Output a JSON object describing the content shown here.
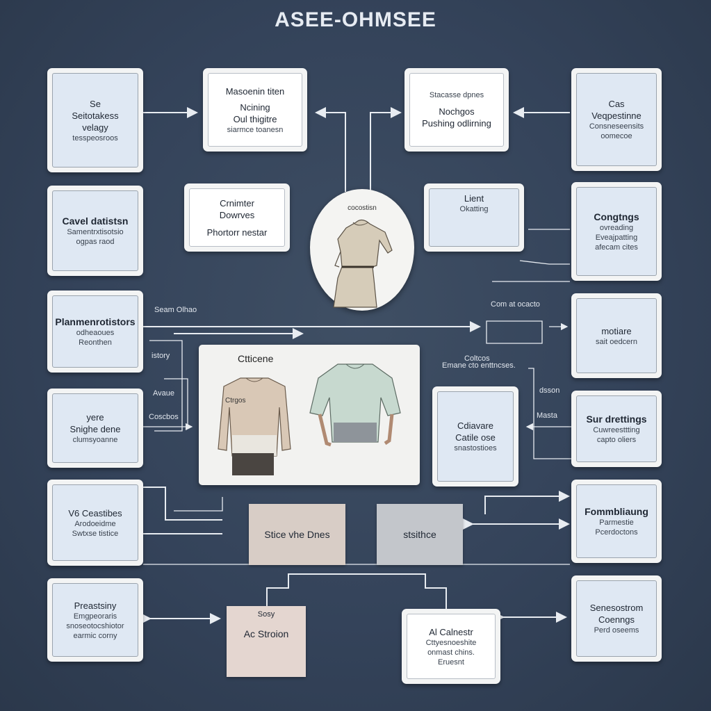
{
  "title": "ASEE-OHMSEE",
  "colors": {
    "background": "#34435a",
    "card": "#f3f4f4",
    "card_inner": "#dfe8f3",
    "wire": "#e8ecf1",
    "beige_box": "#d8cdc6",
    "gray_box": "#c3c6cb",
    "pink_box": "#e4d6d0"
  },
  "left_cards": [
    {
      "lines": [
        "Se",
        "Seitotakess",
        "velagy",
        "tesspeosroos"
      ]
    },
    {
      "lines": [
        "Cavel datistsn",
        "Samentrxtisotsio",
        "ogpas raod"
      ]
    },
    {
      "lines": [
        "Planmenrotistors",
        "odheaoues",
        "Reonthen"
      ]
    },
    {
      "lines": [
        "yere",
        "Snighe dene",
        "clumsyoanne"
      ]
    },
    {
      "lines": [
        "V6 Ceastibes",
        "Arodoeidme",
        "Swtxse tistice"
      ]
    },
    {
      "lines": [
        "Preastsiny",
        "Emgpeoraris",
        "snoseotocshiotor",
        "earmic corny"
      ]
    }
  ],
  "right_cards": [
    {
      "lines": [
        "Cas",
        "Veqpestinne",
        "Consneseensits",
        "oomecoe"
      ]
    },
    {
      "lines": [
        "Congtngs",
        "ovreading",
        "Eveajpatting",
        "afecam cites"
      ]
    },
    {
      "lines": [
        "motiare",
        "sait oedcern"
      ]
    },
    {
      "lines": [
        "Sur drettings",
        "Cuwreesttting",
        "capto oliers"
      ]
    },
    {
      "lines": [
        "Fommbliaung",
        "Parmestie",
        "Pcerdoctons"
      ]
    },
    {
      "lines": [
        "Senesostrom",
        "Coenngs",
        "Perd oseems"
      ]
    }
  ],
  "inner_cards": {
    "top_mid_left": {
      "lines": [
        "Masoenin titen",
        "Ncining",
        "Oul thigitre",
        "siarmce toanesn"
      ]
    },
    "top_mid_right": {
      "lines": [
        "Stacasse dpnes",
        "Nochgos",
        "Pushing odlirning"
      ]
    },
    "mid_left": {
      "lines": [
        "Crnimter",
        "Dowrves",
        "Phortorr nestar"
      ]
    },
    "mid_right": {
      "lines": [
        "Lient",
        "Okatting"
      ]
    },
    "lower_right": {
      "lines": [
        "Cdiavare",
        "Catile ose",
        "snastostioes"
      ]
    },
    "bottom_right": {
      "lines": [
        "Al Calnestr",
        "Cttyesnoeshite",
        "onmast chins.",
        "Eruesnt"
      ]
    }
  },
  "fill_boxes": {
    "beige": "Stice vhe Dnes",
    "gray": "stsithce",
    "pink_top": "Sosy",
    "pink_main": "Ac Stroion"
  },
  "circle": {
    "label": "cocostisn"
  },
  "panel": {
    "title": "Ctticene",
    "figure_label": "Ctrgos"
  },
  "float_labels": {
    "seam": "Seam Olhao",
    "istory": "istory",
    "avaue": "Avaue",
    "cossob": "Coscbos",
    "com": "Com at ocacto",
    "coltcos": "Coltcos",
    "emane": "Emane cto enttncses.",
    "deson": "dsson",
    "masta": "Masta"
  }
}
